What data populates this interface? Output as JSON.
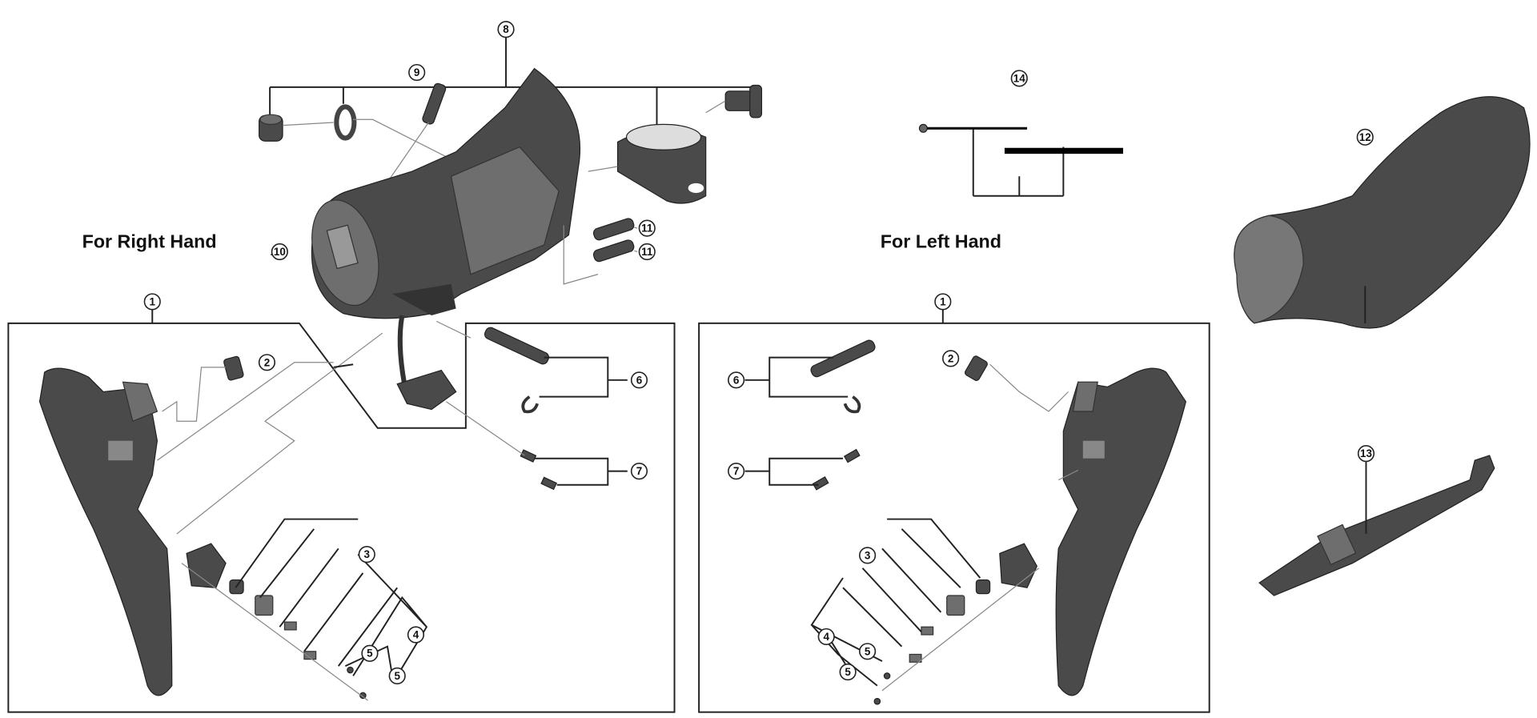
{
  "labels": {
    "right_hand": "For Right Hand",
    "left_hand": "For Left Hand"
  },
  "callouts": {
    "c1": "1",
    "c2": "2",
    "c3": "3",
    "c4": "4",
    "c5": "5",
    "c6": "6",
    "c7": "7",
    "c8": "8",
    "c9": "9",
    "c10": "10",
    "c11": "11",
    "c12": "12",
    "c13": "13",
    "c14": "14"
  },
  "colors": {
    "part_dark": "#4a4a4a",
    "part_light": "#6e6e6e",
    "line": "#222222"
  }
}
